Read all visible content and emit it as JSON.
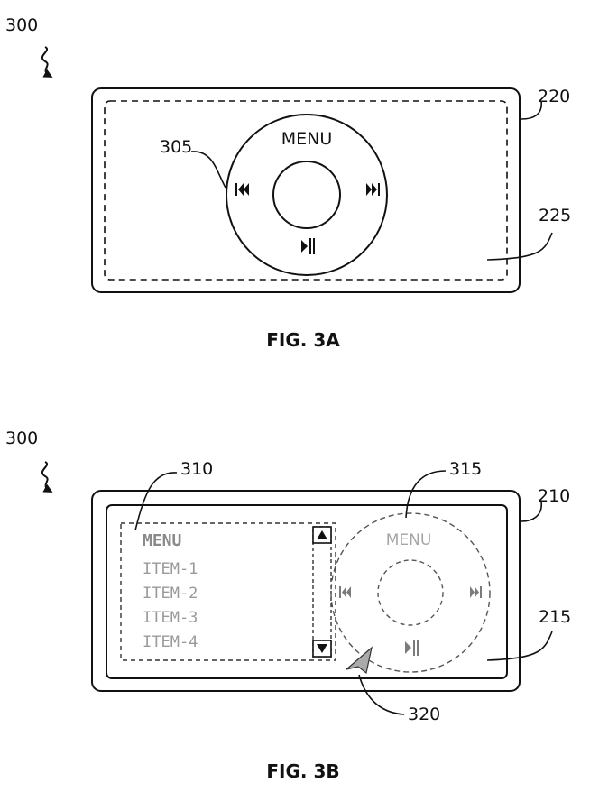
{
  "figure_a": {
    "ref_device": "300",
    "ref_housing": "220",
    "ref_wheel": "305",
    "ref_touch_area": "225",
    "wheel_menu_label": "MENU",
    "caption": "FIG. 3A"
  },
  "figure_b": {
    "ref_device": "300",
    "ref_menu_list": "310",
    "ref_virtual_wheel": "315",
    "ref_housing": "210",
    "ref_display": "215",
    "ref_cursor": "320",
    "list_title": "MENU",
    "list_items": [
      "ITEM-1",
      "ITEM-2",
      "ITEM-3",
      "ITEM-4"
    ],
    "wheel_menu_label": "MENU",
    "caption": "FIG. 3B"
  },
  "icons": [
    "squiggle-arrow-icon",
    "previous-icon",
    "next-icon",
    "play-pause-icon",
    "scroll-up-icon",
    "scroll-down-icon",
    "pointer-cursor-icon"
  ]
}
